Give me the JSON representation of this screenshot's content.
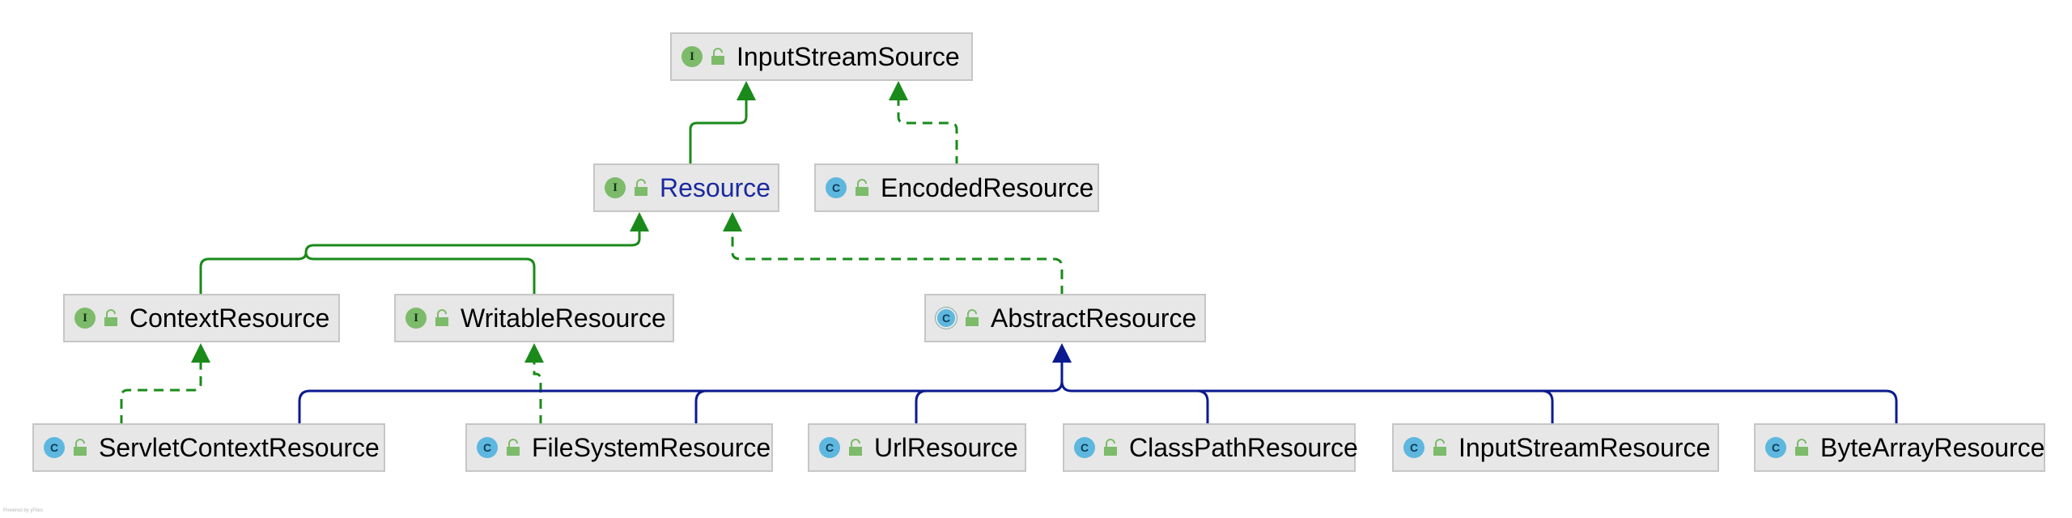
{
  "nodes": {
    "InputStreamSource": {
      "label": "InputStreamSource",
      "kind": "I"
    },
    "EncodedResource": {
      "label": "EncodedResource",
      "kind": "C"
    },
    "Resource": {
      "label": "Resource",
      "kind": "I"
    },
    "ContextResource": {
      "label": "ContextResource",
      "kind": "I"
    },
    "WritableResource": {
      "label": "WritableResource",
      "kind": "I"
    },
    "AbstractResource": {
      "label": "AbstractResource",
      "kind": "C"
    },
    "ServletContextResource": {
      "label": "ServletContextResource",
      "kind": "C"
    },
    "FileSystemResource": {
      "label": "FileSystemResource",
      "kind": "C"
    },
    "UrlResource": {
      "label": "UrlResource",
      "kind": "C"
    },
    "ClassPathResource": {
      "label": "ClassPathResource",
      "kind": "C"
    },
    "InputStreamResource": {
      "label": "InputStreamResource",
      "kind": "C"
    },
    "ByteArrayResource": {
      "label": "ByteArrayResource",
      "kind": "C"
    }
  },
  "colors": {
    "extends_interface": "#1a8a1a",
    "implements": "#1a8a1a",
    "extends_class": "#0b1a8f",
    "node_bg": "#e7e7e7",
    "node_border": "#c6c6c6",
    "highlight_text": "#1b2aa0"
  },
  "footer": "Powered by yFiles"
}
